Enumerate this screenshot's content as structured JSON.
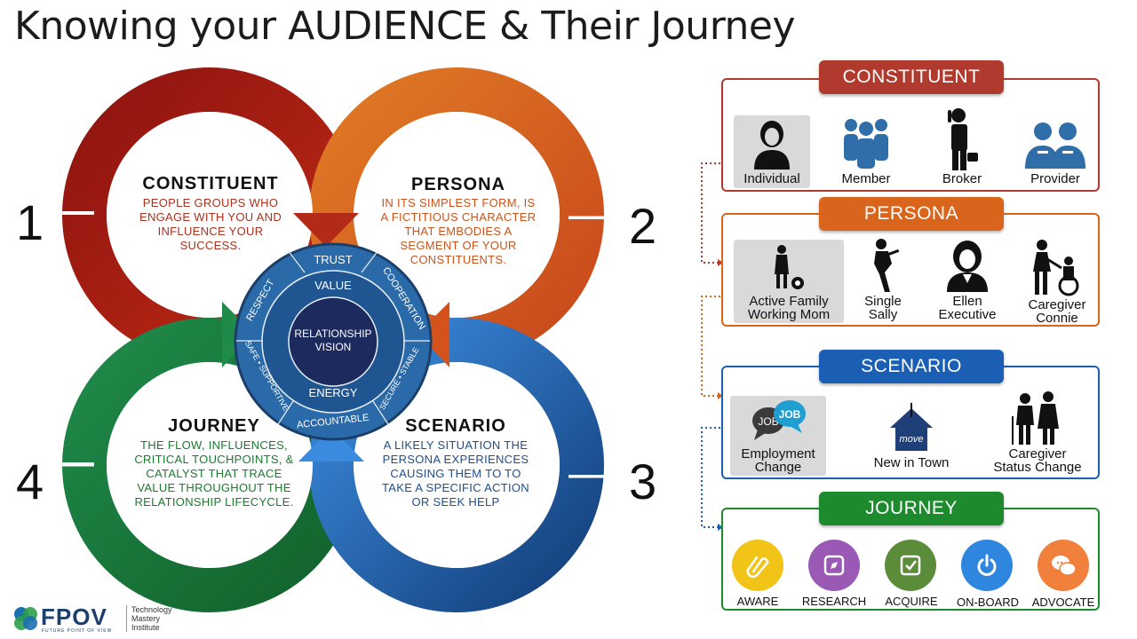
{
  "title": "Knowing your AUDIENCE & Their Journey",
  "quadrants": [
    {
      "number": "1",
      "title": "CONSTITUENT",
      "desc": [
        "PEOPLE GROUPS WHO",
        "ENGAGE WITH YOU AND",
        "INFLUENCE YOUR",
        "SUCCESS."
      ],
      "color": "#a52a1a"
    },
    {
      "number": "2",
      "title": "PERSONA",
      "desc": [
        "IN ITS SIMPLEST FORM, IS",
        "A FICTITIOUS CHARACTER",
        "THAT EMBODIES A",
        "SEGMENT OF YOUR",
        "CONSTITUENTS."
      ],
      "color": "#d2541b"
    },
    {
      "number": "3",
      "title": "SCENARIO",
      "desc": [
        "A LIKELY SITUATION THE",
        "PERSONA EXPERIENCES",
        "CAUSING THEM TO TO",
        "TAKE A SPECIFIC ACTION",
        "OR SEEK HELP"
      ],
      "color": "#1f4e8c"
    },
    {
      "number": "4",
      "title": "JOURNEY",
      "desc": [
        "THE FLOW, INFLUENCES,",
        "CRITICAL TOUCHPOINTS, &",
        "CATALYST THAT TRACE",
        "VALUE THROUGHOUT THE",
        "RELATIONSHIP LIFECYCLE."
      ],
      "color": "#1a7a2e"
    }
  ],
  "wheel": {
    "center": [
      "RELATIONSHIP",
      "VISION"
    ],
    "inner": {
      "top": "VALUE",
      "bottom": "ENERGY"
    },
    "outer": {
      "top": "TRUST",
      "left": "RESPECT",
      "right": "COOPERATION",
      "lower_left": "SAFE • SUPPORTIVE",
      "lower_right": "SECURE • STABLE",
      "bottom": "ACCOUNTABLE"
    }
  },
  "panels": {
    "constituent": {
      "tab": "CONSTITUENT",
      "color": "#b03a2e",
      "items": [
        {
          "label": "Individual",
          "icon": "woman-icon"
        },
        {
          "label": "Member",
          "icon": "group-icon"
        },
        {
          "label": "Broker",
          "icon": "businessman-icon"
        },
        {
          "label": "Provider",
          "icon": "doctors-icon"
        }
      ]
    },
    "persona": {
      "tab": "PERSONA",
      "color": "#d9651c",
      "items": [
        {
          "label": [
            "Active Family",
            "Working Mom"
          ],
          "icon": "mom-soccer-icon"
        },
        {
          "label": [
            "Single",
            "Sally"
          ],
          "icon": "dancing-woman-icon"
        },
        {
          "label": [
            "Ellen",
            "Executive"
          ],
          "icon": "executive-woman-icon"
        },
        {
          "label": [
            "Caregiver",
            "Connie"
          ],
          "icon": "caregiver-wheelchair-icon"
        }
      ]
    },
    "scenario": {
      "tab": "SCENARIO",
      "color": "#1a5fb4",
      "items": [
        {
          "label": [
            "Employment",
            "Change"
          ],
          "icon": "job-bubbles-icon"
        },
        {
          "label": [
            "New in Town"
          ],
          "icon": "move-house-icon"
        },
        {
          "label": [
            "Caregiver",
            "Status Change"
          ],
          "icon": "elderly-couple-icon"
        }
      ]
    },
    "journey": {
      "tab": "JOURNEY",
      "color": "#1e8a2e",
      "items": [
        {
          "label": "AWARE",
          "icon": "paperclip-icon",
          "color": "#f2c418"
        },
        {
          "label": "RESEARCH",
          "icon": "compass-icon",
          "color": "#9b59b6"
        },
        {
          "label": "ACQUIRE",
          "icon": "checkbox-icon",
          "color": "#5b8c3a"
        },
        {
          "label": "ON-BOARD",
          "icon": "power-icon",
          "color": "#2e86de"
        },
        {
          "label": "ADVOCATE",
          "icon": "chat-bubbles-icon",
          "color": "#f0803c"
        }
      ]
    }
  },
  "logo": {
    "brand": "FPOV",
    "tagline": "FUTURE POINT OF VIEW",
    "institute": [
      "Technology",
      "Mastery",
      "Institute"
    ]
  }
}
